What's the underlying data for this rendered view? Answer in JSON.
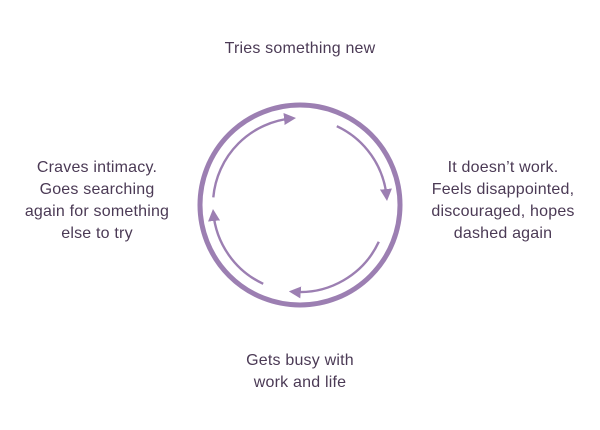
{
  "diagram": {
    "type": "cycle",
    "labels": {
      "top": "Tries something new",
      "right": "It doesn’t work.\nFeels disappointed,\ndiscouraged, hopes\ndashed again",
      "bottom": "Gets busy with\nwork and life",
      "left": "Craves intimacy.\nGoes searching\nagain for something\nelse to try"
    },
    "colors": {
      "circle": "#9c7fb2",
      "text": "#4b3a55",
      "background": "#ffffff"
    }
  }
}
